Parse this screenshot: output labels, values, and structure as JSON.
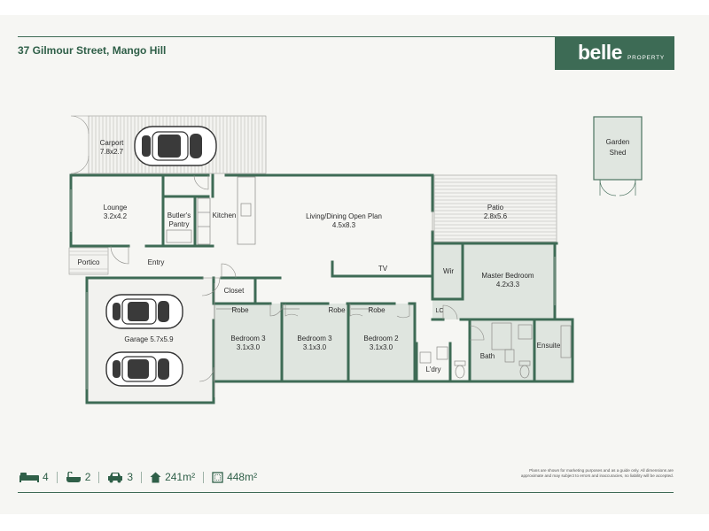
{
  "header": {
    "address": "37 Gilmour Street, Mango Hill",
    "brand": "belle",
    "brand_sub": "PROPERTY"
  },
  "rooms": {
    "carport": {
      "name": "Carport",
      "dims": "7.8x2.7"
    },
    "garden_shed": {
      "line1": "Garden",
      "line2": "Shed"
    },
    "lounge": {
      "name": "Lounge",
      "dims": "3.2x4.2"
    },
    "butlers_pantry": {
      "line1": "Butler's",
      "line2": "Pantry"
    },
    "kitchen": {
      "name": "Kitchen"
    },
    "living": {
      "name": "Living/Dining Open Plan",
      "dims": "4.5x8.3"
    },
    "patio": {
      "name": "Patio",
      "dims": "2.8x5.6"
    },
    "portico": {
      "name": "Portico"
    },
    "entry": {
      "name": "Entry"
    },
    "tv": {
      "name": "TV"
    },
    "wir": {
      "name": "Wir"
    },
    "master": {
      "name": "Master Bedroom",
      "dims": "4.2x3.3"
    },
    "closet": {
      "name": "Closet"
    },
    "robe_a": {
      "name": "Robe"
    },
    "robe_b": {
      "name": "Robe"
    },
    "robe_c": {
      "name": "Robe"
    },
    "lc": {
      "name": "LC"
    },
    "garage": {
      "name": "Garage 5.7x5.9"
    },
    "bed3a": {
      "name": "Bedroom 3",
      "dims": "3.1x3.0"
    },
    "bed3b": {
      "name": "Bedroom 3",
      "dims": "3.1x3.0"
    },
    "bed2": {
      "name": "Bedroom 2",
      "dims": "3.1x3.0"
    },
    "ldry": {
      "name": "L'dry"
    },
    "bath": {
      "name": "Bath"
    },
    "ensuite": {
      "name": "Ensuite"
    }
  },
  "stats": {
    "beds": "4",
    "baths": "2",
    "cars": "3",
    "house_area": "241m²",
    "land_area": "448m²"
  },
  "disclaimer": {
    "line1": "Plans are shown for marketing purposes and as a guide only. All dimensions are",
    "line2": "approximate and may subject to errors and inaccuracies, no liability will be accepted."
  },
  "colors": {
    "wall": "#3e6b55",
    "floor": "#f6f6f3",
    "wet_area": "#dfe5df",
    "brand": "#3d6b55"
  }
}
